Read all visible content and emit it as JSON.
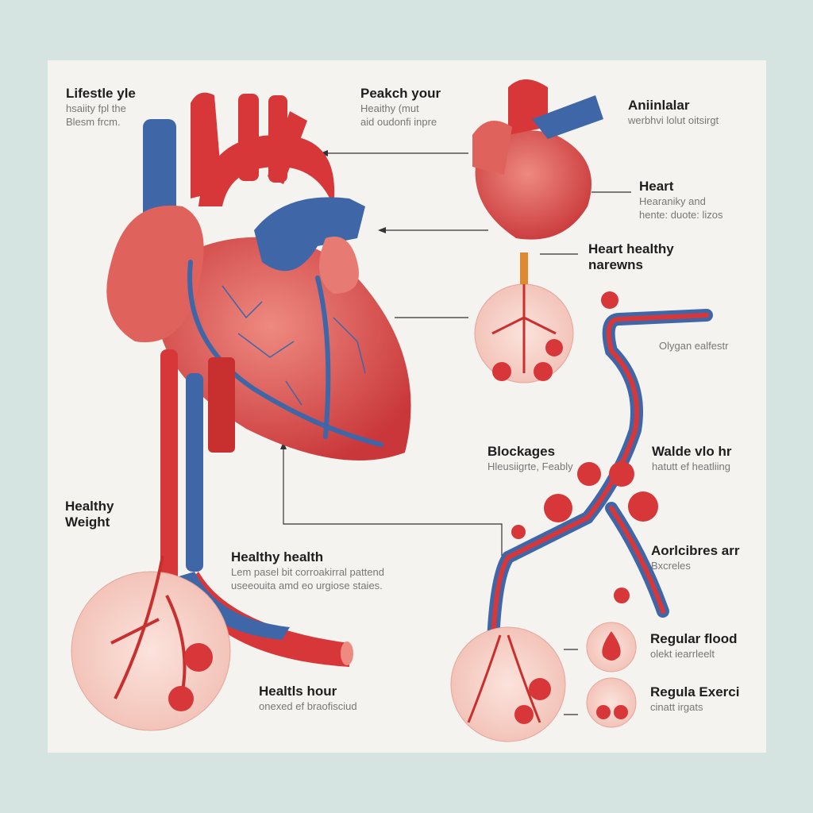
{
  "labels": {
    "lifestyle": {
      "title": "Lifestle yle",
      "lines": [
        "hsaiity fpl the",
        "Blesm  frcm."
      ]
    },
    "peakch": {
      "title": "Peakch your",
      "lines": [
        "Heaithy (mut",
        "aid oudonfi inpre"
      ]
    },
    "aninlalar": {
      "title": "Aniinlalar",
      "lines": [
        "werbhvi  lolut oitsirgt"
      ]
    },
    "heart": {
      "title": "Heart",
      "lines": [
        "Hearaniky and",
        "hente: duote: lizos"
      ]
    },
    "heart_healthy": {
      "title": "Heart healthy",
      "lines": [
        "narewns"
      ]
    },
    "oxygen": {
      "title": "",
      "lines": [
        "Olygan ealfestr"
      ]
    },
    "blockages": {
      "title": "Blockages",
      "lines": [
        "Hleusiigrte, Feably"
      ]
    },
    "walde": {
      "title": "Walde vlo hr",
      "lines": [
        "hatutt ef heatliing"
      ]
    },
    "healthy_weight": {
      "title": "Healthy Weight",
      "lines": []
    },
    "healthy_health": {
      "title": "Healthy health",
      "lines": [
        "Lem pasel bit corroakirral pattend",
        "useeouita amd eo urgiose staies."
      ]
    },
    "aorlcibres": {
      "title": "Aorlcibres arr",
      "lines": [
        "Bxcreles"
      ]
    },
    "healths_hour": {
      "title": "Healtls hour",
      "lines": [
        "onexed ef braofisciud"
      ]
    },
    "regular_flood": {
      "title": "Regular flood",
      "lines": [
        "olekt iearrleelt"
      ]
    },
    "regula_exerci": {
      "title": "Regula Exerci",
      "lines": [
        "cinatt irgats"
      ]
    }
  },
  "colors": {
    "artery": "#d8373a",
    "vein": "#3f66a6",
    "heart": "#d9544f",
    "background": "#f4f3ef",
    "frame": "#d5e4e1"
  }
}
